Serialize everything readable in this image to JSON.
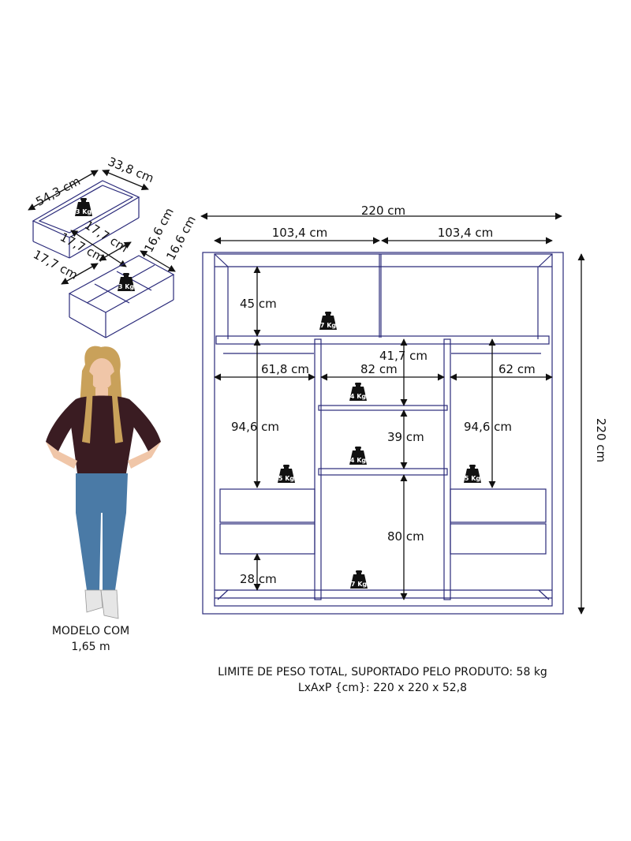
{
  "dimensions": {
    "total_width": "220 cm",
    "door_left": "103,4 cm",
    "door_right": "103,4 cm",
    "total_height": "220 cm",
    "top_niche_height": "45 cm",
    "left_width": "61,8 cm",
    "center_width": "82 cm",
    "right_width": "62 cm",
    "center_top_height": "41,7 cm",
    "left_hanging_height": "94,6 cm",
    "right_hanging_height": "94,6 cm",
    "center_mid_height": "39 cm",
    "center_bottom_height": "80 cm",
    "bottom_niche_height": "28 cm"
  },
  "drawer_large": {
    "depth": "54,3 cm",
    "width": "33,8 cm",
    "inner": "17,7 cm",
    "weight": "3 Kg"
  },
  "drawer_small": {
    "depth1": "17,7 cm",
    "depth2": "17,7 cm",
    "height1": "16,6 cm",
    "height2": "16,6 cm",
    "weight": "3 Kg"
  },
  "weights": {
    "top_shelf": "7 Kg",
    "center_top": "4 Kg",
    "center_mid": "4 Kg",
    "left_drawer": "5 Kg",
    "right_drawer": "5 Kg",
    "bottom": "7 Kg"
  },
  "model": {
    "line1": "MODELO COM",
    "line2": "1,65 m"
  },
  "footer": {
    "line1": "LIMITE DE PESO TOTAL, SUPORTADO PELO PRODUTO: 58 kg",
    "line2": "LxAxP {cm}: 220 x 220 x 52,8"
  },
  "colors": {
    "line": "#2a2a7a",
    "dim": "#111111",
    "weight_fill": "#111111",
    "denim": "#4a7aa6",
    "top": "#3a1c22",
    "hair": "#c9a15a",
    "skin": "#f0c6a8"
  }
}
